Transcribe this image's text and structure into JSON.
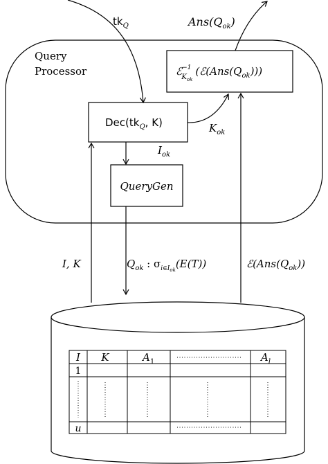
{
  "processor": {
    "title_line1": "Query",
    "title_line2": "Processor"
  },
  "labels": {
    "token_in": "tk",
    "token_in_sub": "Q",
    "answer_out": "Ans(Q",
    "answer_out_sub": "ok",
    "answer_out_close": ")",
    "k_ok": "K",
    "k_ok_sub": "ok",
    "i_ok": "I",
    "i_ok_sub": "ok",
    "i_k": "I, K",
    "query_expr_main": "Q",
    "query_expr_sub": "ok",
    "query_expr_rest": " : σ",
    "query_expr_sigma_sub": "i∈I",
    "query_expr_sigma_subsub": "ok",
    "query_expr_tail": "(E(T))",
    "enc_answer": "ℰ(Ans(Q",
    "enc_answer_sub": "ok",
    "enc_answer_close": "))"
  },
  "boxes": {
    "decrypt_result": {
      "text_head": "ℰ",
      "text_sup": "−1",
      "text_sub": "K",
      "text_subsub": "ok",
      "text_tail": "(ℰ(Ans(Q",
      "text_tail_sub": "ok",
      "text_tail_close": ")))"
    },
    "dec": {
      "text": "Dec(tk",
      "text_sub": "Q",
      "text_tail": ", K)"
    },
    "querygen": {
      "text": "QueryGen"
    }
  },
  "table": {
    "headers": [
      "I",
      "K",
      "A",
      "",
      "A"
    ],
    "header_subs": [
      "",
      "",
      "1",
      "",
      "l"
    ],
    "first_row_index": "1",
    "last_row_index": "u"
  }
}
